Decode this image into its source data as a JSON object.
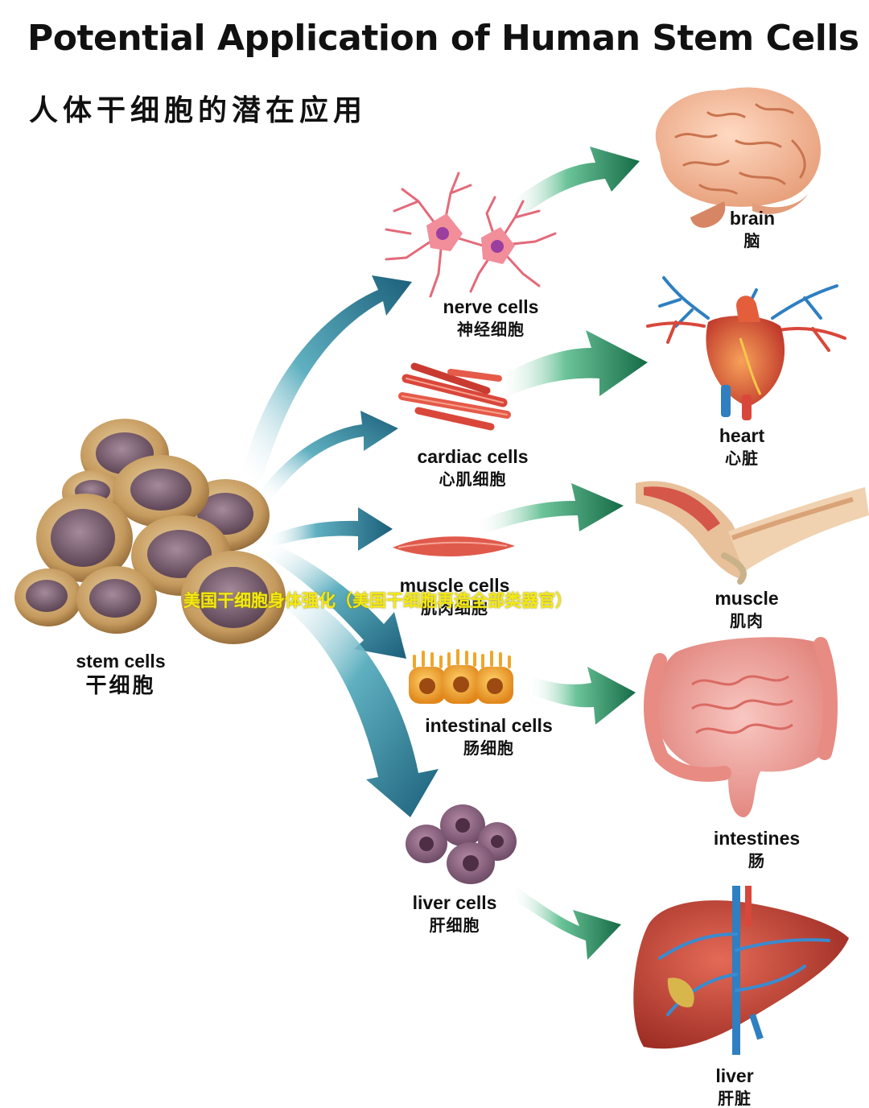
{
  "title_en": "Potential Application of Human Stem Cells",
  "title_zh": "人体干细胞的潜在应用",
  "overlay_text": "美国干细胞身体强化（美国干细胞再造全部类器官）",
  "stem": {
    "en": "stem cells",
    "zh": "干细胞"
  },
  "cells": [
    {
      "en": "nerve cells",
      "zh": "神经细胞"
    },
    {
      "en": "cardiac cells",
      "zh": "心肌细胞"
    },
    {
      "en": "muscle cells",
      "zh": "肌肉细胞"
    },
    {
      "en": "intestinal cells",
      "zh": "肠细胞"
    },
    {
      "en": "liver cells",
      "zh": "肝细胞"
    }
  ],
  "organs": [
    {
      "en": "brain",
      "zh": "脑"
    },
    {
      "en": "heart",
      "zh": "心脏"
    },
    {
      "en": "muscle",
      "zh": "肌肉"
    },
    {
      "en": "intestines",
      "zh": "肠"
    },
    {
      "en": "liver",
      "zh": "肝脏"
    }
  ],
  "colors": {
    "arrow_teal": "#1a6f86",
    "arrow_green": "#1e8a5e",
    "cell_tan": "#c59a5e",
    "nucleus": "#7a6070",
    "overlay": "#f4ea12"
  }
}
